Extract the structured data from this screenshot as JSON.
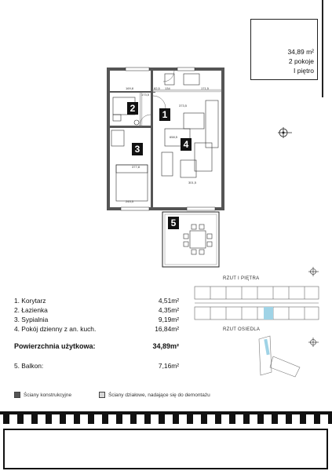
{
  "summary": {
    "area": "34,89 m²",
    "rooms": "2 pokoje",
    "floor": "I piętro"
  },
  "plan": {
    "room_numbers": [
      "1",
      "2",
      "3",
      "4",
      "5"
    ],
    "dimensions": [
      "169,8",
      "173,5",
      "82,5",
      "134",
      "171,5",
      "373,5",
      "658,5",
      "377,8",
      "243,5",
      "301,5"
    ]
  },
  "rooms": [
    {
      "label": "1. Korytarz",
      "value": "4,51m²"
    },
    {
      "label": "2. Łazienka",
      "value": "4,35m²"
    },
    {
      "label": "3. Sypialnia",
      "value": "9,19m²"
    },
    {
      "label": "4. Pokój dzienny z an. kuch.",
      "value": "16,84m²"
    }
  ],
  "usable_area": {
    "label": "Powierzchnia użytkowa:",
    "value": "34,89m²"
  },
  "balcony": {
    "label": "5. Balkon:",
    "value": "7,16m²"
  },
  "minimaps": {
    "floor_label": "RZUT I PIĘTRA",
    "estate_label": "RZUT OSIEDLA"
  },
  "legend": {
    "structural": "Ściany konstrukcyjne",
    "partition": "Ściany działowe, nadające się do demontażu"
  },
  "colors": {
    "structural": "#555555",
    "partition": "#d8d8d8",
    "highlight": "#9fd3e6"
  }
}
